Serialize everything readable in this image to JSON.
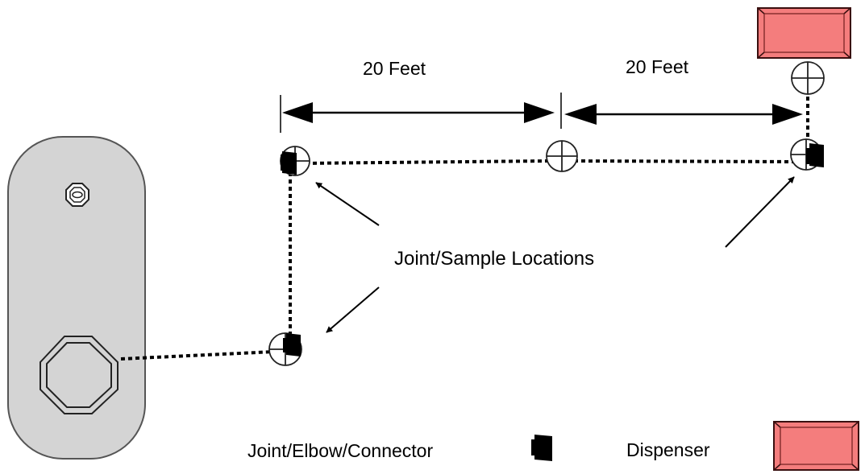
{
  "dimensions": {
    "left": "20 Feet",
    "right": "20 Feet"
  },
  "callout": {
    "label": "Joint/Sample Locations"
  },
  "legend": {
    "joint_label": "Joint/Elbow/Connector",
    "dispenser_label": "Dispenser"
  },
  "colors": {
    "tank_fill": "#d4d4d4",
    "dispenser_fill": "#f47d7d",
    "dispenser_bevel": "#a04040",
    "line": "#000000"
  },
  "icons": {
    "sample_point": "circle-crosshair",
    "joint": "black-connector",
    "tank_fitting": "octagon"
  }
}
